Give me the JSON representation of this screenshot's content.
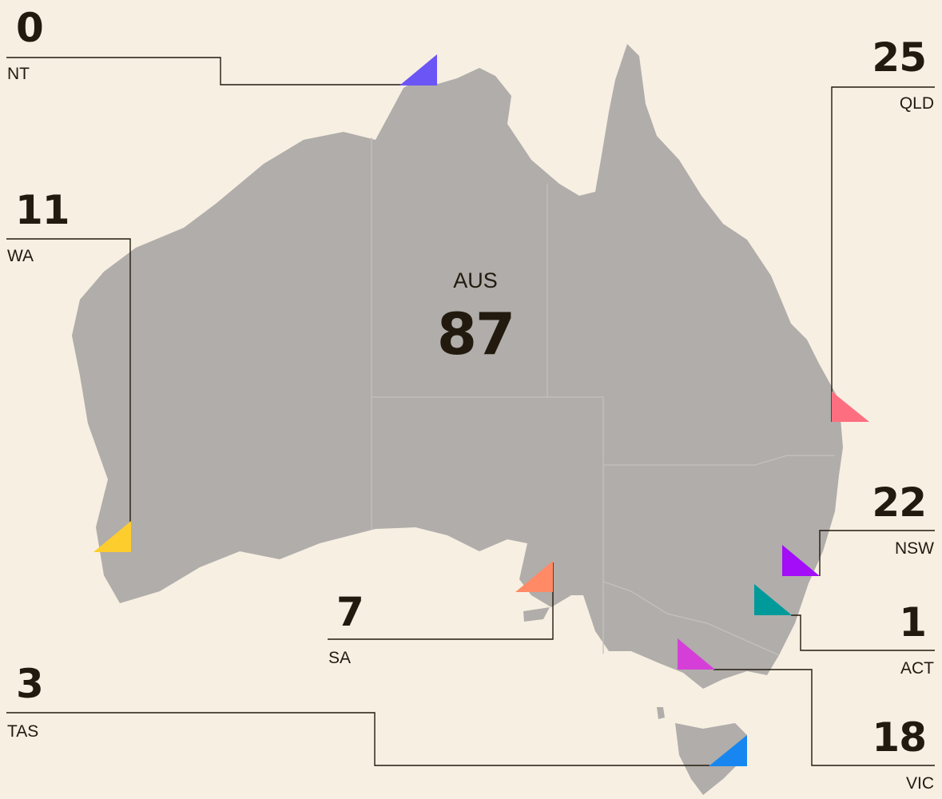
{
  "national": {
    "label": "AUS",
    "value": "87"
  },
  "states": [
    {
      "id": "nt",
      "code": "NT",
      "value": "0",
      "color": "#6b55f5"
    },
    {
      "id": "qld",
      "code": "QLD",
      "value": "25",
      "color": "#fd6f80"
    },
    {
      "id": "wa",
      "code": "WA",
      "value": "11",
      "color": "#fdcc2d"
    },
    {
      "id": "sa",
      "code": "SA",
      "value": "7",
      "color": "#ff8a65"
    },
    {
      "id": "nsw",
      "code": "NSW",
      "value": "22",
      "color": "#a30df7"
    },
    {
      "id": "act",
      "code": "ACT",
      "value": "1",
      "color": "#009a9a"
    },
    {
      "id": "vic",
      "code": "VIC",
      "value": "18",
      "color": "#d53fd8"
    },
    {
      "id": "tas",
      "code": "TAS",
      "value": "3",
      "color": "#1786f0"
    }
  ],
  "colors": {
    "background": "#f7efe2",
    "land": "#b0adaa",
    "text": "#221a0e"
  }
}
